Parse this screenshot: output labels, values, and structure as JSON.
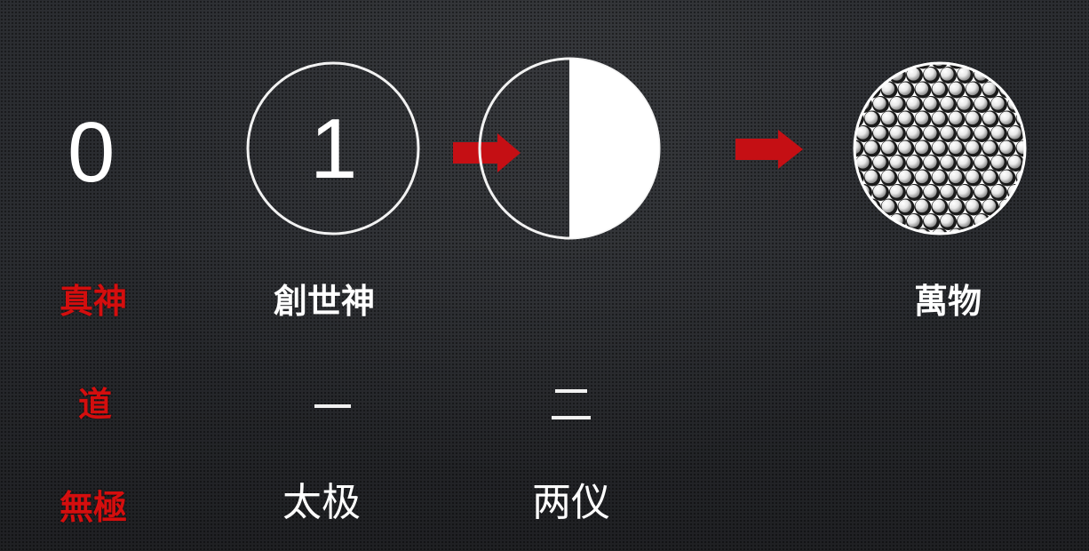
{
  "top_row": {
    "zero": "0",
    "one": "1"
  },
  "labels": {
    "true_god": "真神",
    "creator_god": "創世神",
    "all_things": "萬物",
    "dao": "道",
    "wuji": "無極",
    "taiji": "太极",
    "liangyi": "两仪"
  },
  "colors": {
    "red": "#d40e0e",
    "white": "#ffffff",
    "background": "#26282c"
  },
  "icons": {
    "arrow_1": "red-arrow-icon",
    "arrow_2": "red-arrow-icon",
    "circle_one": "circle-outline-icon",
    "half_circle": "half-filled-circle-icon",
    "many_circles": "clustered-spheres-icon"
  }
}
